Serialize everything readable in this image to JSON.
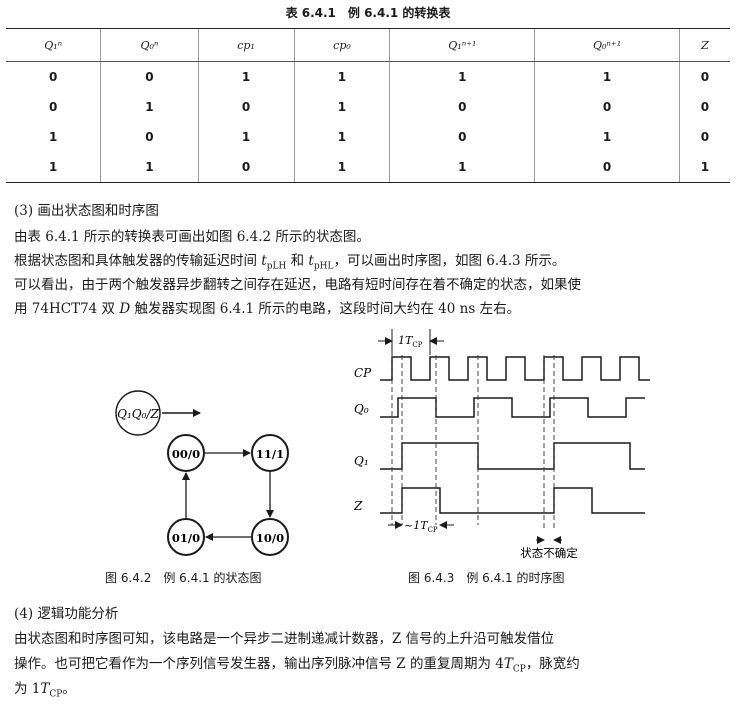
{
  "caption": "表 6.4.1　例 6.4.1 的转换表",
  "table": {
    "headers": [
      "Q₁ⁿ",
      "Q₀ⁿ",
      "cp₁",
      "cp₀",
      "Q₁ⁿ⁺¹",
      "Q₀ⁿ⁺¹",
      "Z"
    ],
    "rows": [
      [
        "0",
        "0",
        "1",
        "1",
        "1",
        "1",
        "0"
      ],
      [
        "0",
        "1",
        "0",
        "1",
        "0",
        "0",
        "0"
      ],
      [
        "1",
        "0",
        "1",
        "1",
        "0",
        "1",
        "0"
      ],
      [
        "1",
        "1",
        "0",
        "1",
        "1",
        "0",
        "1"
      ]
    ]
  },
  "section3": {
    "heading": "(3) 画出状态图和时序图",
    "line1": "由表 6.4.1 所示的转换表可画出如图 6.4.2 所示的状态图。",
    "line2a": "根据状态图和具体触发器的传输延迟时间 ",
    "tplh": "t",
    "tplh_sub": "pLH",
    "and": " 和 ",
    "tphl": "t",
    "tphl_sub": "pHL",
    "line2b": "，可以画出时序图，如图 6.4.3 所示。",
    "line3": "可以看出，由于两个触发器异步翻转之间存在延迟，电路有短时间存在着不确定的状态，如果使",
    "line4a": "用 74HCT74 双 ",
    "line4d": "D",
    "line4b": " 触发器实现图 6.4.1 所示的电路，这段时间大约在 40 ns 左右。"
  },
  "state_diagram": {
    "legend": "Q₁Q₀/Z",
    "states": [
      "00/0",
      "11/1",
      "10/0",
      "01/0"
    ],
    "caption": "图 6.4.2　例 6.4.1 的状态图"
  },
  "timing_diagram": {
    "signals": [
      "CP",
      "Q₀",
      "Q₁",
      "Z"
    ],
    "period_label": "1T",
    "period_sub": "CP",
    "z_width_label": "~1T",
    "z_width_sub": "CP",
    "uncertain_label": "状态不确定",
    "caption": "图 6.4.3　例 6.4.1 的时序图"
  },
  "section4": {
    "heading": "(4) 逻辑功能分析",
    "line1": "由状态图和时序图可知，该电路是一个异步二进制递减计数器，Z 信号的上升沿可触发借位",
    "line2a": "操作。也可把它看作为一个序列信号发生器，输出序列脉冲信号 Z 的重复周期为 4",
    "line2T": "T",
    "line2sub": "CP",
    "line2b": "，脉宽约",
    "line3a": "为 1",
    "line3T": "T",
    "line3sub": "CP",
    "line3b": "。"
  }
}
